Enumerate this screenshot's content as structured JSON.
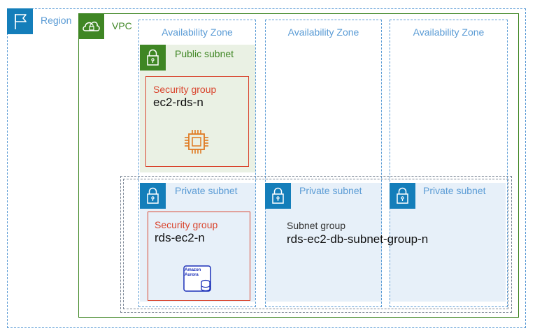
{
  "region": {
    "label": "Region"
  },
  "vpc": {
    "label": "VPC"
  },
  "availability_zones": [
    {
      "label": "Availability Zone"
    },
    {
      "label": "Availability Zone"
    },
    {
      "label": "Availability Zone"
    }
  ],
  "public_subnet": {
    "label": "Public subnet"
  },
  "private_subnets": [
    {
      "label": "Private subnet"
    },
    {
      "label": "Private subnet"
    },
    {
      "label": "Private subnet"
    }
  ],
  "security_groups": {
    "ec2": {
      "label": "Security group",
      "name": "ec2-rds-n"
    },
    "rds": {
      "label": "Security group",
      "name": "rds-ec2-n"
    }
  },
  "subnet_group": {
    "label": "Subnet group",
    "name": "rds-ec2-db-subnet-group-n"
  },
  "aurora_icon": {
    "line1": "Amazon",
    "line2": "Aurora"
  },
  "colors": {
    "region": "#147eba",
    "vpc": "#3f8624",
    "security_group": "#d9452e",
    "ec2": "#e07b22",
    "aurora": "#1a2fb8"
  }
}
